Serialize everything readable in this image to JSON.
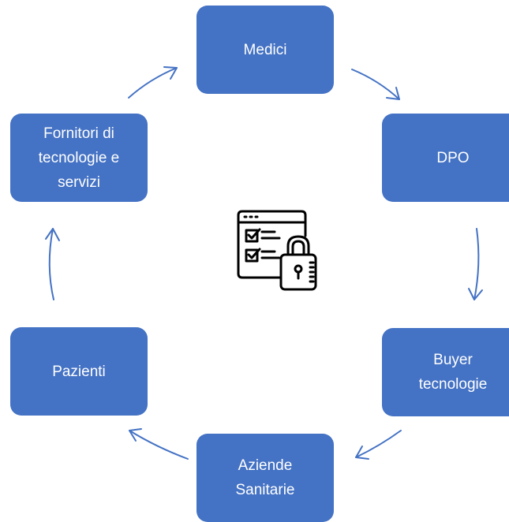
{
  "diagram": {
    "nodes": [
      {
        "id": "medici",
        "label": "Medici"
      },
      {
        "id": "dpo",
        "label": "DPO"
      },
      {
        "id": "buyer",
        "label": "Buyer\ntecnologie"
      },
      {
        "id": "aziende",
        "label": "Aziende\nSanitarie"
      },
      {
        "id": "pazienti",
        "label": "Pazienti"
      },
      {
        "id": "fornitori",
        "label": "Fornitori di\ntecnologie e\nservizi"
      }
    ],
    "edges": [
      {
        "from": "medici",
        "to": "dpo"
      },
      {
        "from": "dpo",
        "to": "buyer"
      },
      {
        "from": "buyer",
        "to": "aziende"
      },
      {
        "from": "aziende",
        "to": "pazienti"
      },
      {
        "from": "pazienti",
        "to": "fornitori"
      },
      {
        "from": "fornitori",
        "to": "medici"
      }
    ],
    "center_icon": "checklist-lock-icon",
    "colors": {
      "node_fill": "#4472c4",
      "node_text": "#ffffff",
      "arrow": "#4472c4",
      "icon": "#000000"
    }
  }
}
